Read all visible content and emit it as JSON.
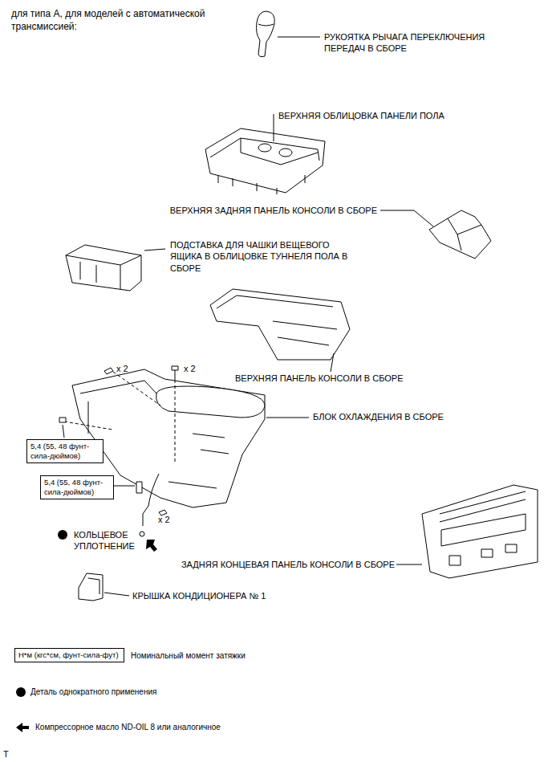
{
  "diagram": {
    "title": "для типа А, для моделей с автоматической трансмиссией:",
    "nodes": [
      {
        "text": [
          "5,4 (55, 48 фунт-сила-дюймов)"
        ]
      },
      {
        "text": [
          "5,4 (55, 48 фунт-сила-дюймов)"
        ]
      },
      {
        "text": [
          "Н*м (кгс*см, фунт-сила-фут)"
        ]
      }
    ],
    "edges": [],
    "labels": [
      "РУКОЯТКА РЫЧАГА ПЕРЕКЛЮЧЕНИЯ ПЕРЕДАЧ В СБОРЕ",
      "ВЕРХНЯЯ ОБЛИЦОВКА ПАНЕЛИ ПОЛА",
      "ВЕРХНЯЯ ЗАДНЯЯ ПАНЕЛЬ КОНСОЛИ В СБОРЕ",
      "ПОДСТАВКА ДЛЯ ЧАШКИ ВЕЩЕВОГО ЯЩИКА В ОБЛИЦОВКЕ ТУННЕЛЯ ПОЛА В СБОРЕ",
      "x 2",
      "x 2",
      "ВЕРХНЯЯ ПАНЕЛЬ КОНСОЛИ В СБОРЕ",
      "БЛОК ОХЛАЖДЕНИЯ В СБОРЕ",
      "x 2",
      "КОЛЬЦЕВОЕ УПЛОТНЕНИЕ",
      "ЗАДНЯЯ КОНЦЕВАЯ ПАНЕЛЬ КОНСОЛИ В СБОРЕ",
      "КРЫШКА КОНДИЦИОНЕРА № 1",
      "T"
    ],
    "legend": [
      {
        "text": "Номинальный момент затяжки"
      },
      {
        "text": "Деталь однократного применения"
      },
      {
        "text": "Компрессорное масло ND-OIL 8 или аналогичное"
      }
    ]
  }
}
